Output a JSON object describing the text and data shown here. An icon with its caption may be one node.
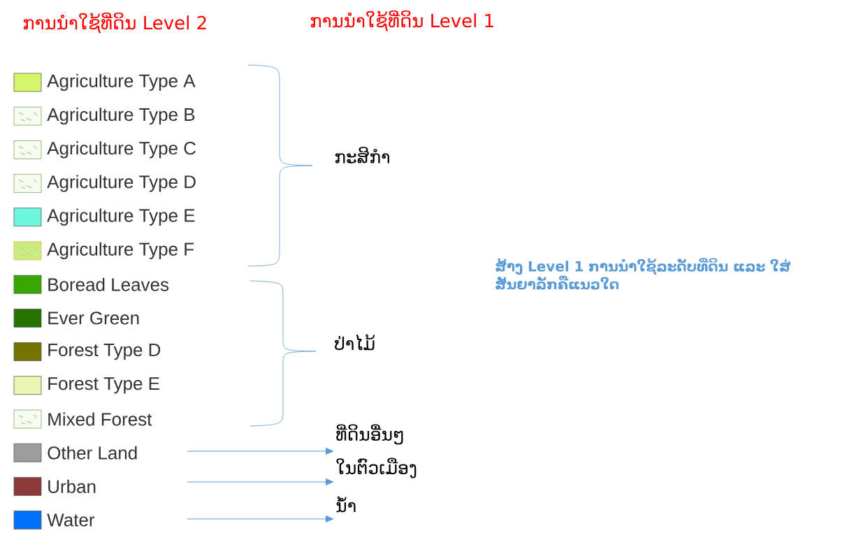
{
  "diagram": {
    "nodes": [
      {
        "text": [
          "ກະສິກຳ"
        ]
      },
      {
        "text": [
          "ປ່າໄມ້"
        ]
      },
      {
        "text": [
          "ທີ່ດິນອື່ນໆ"
        ]
      },
      {
        "text": [
          "ໃນຕົວເມືອງ"
        ]
      },
      {
        "text": [
          "ນ້ຳ"
        ]
      }
    ],
    "edges": [
      {
        "from": null,
        "to": 2,
        "arrow": "to"
      },
      {
        "from": null,
        "to": 3,
        "arrow": "to"
      },
      {
        "from": null,
        "to": 4,
        "arrow": "to"
      }
    ],
    "labels": [
      "ການນຳໃຊ້ທີ່ດິນ Level 2",
      "ການນຳໃຊ້ທີ່ດິນ Level 1",
      "ສ້າງ Level 1 ການນຳໃຊ້ລະດັບທີ່ດິນ ແລະ ໃສ່ ສັນຍາລັກຄືແນວໃດ"
    ],
    "legend": [
      {
        "text": "Agriculture Type A",
        "color": "#d4f56a"
      },
      {
        "text": "Agriculture Type B"
      },
      {
        "text": "Agriculture Type C"
      },
      {
        "text": "Agriculture Type D"
      },
      {
        "text": "Agriculture Type E",
        "color": "#6ef5e0"
      },
      {
        "text": "Agriculture Type F"
      },
      {
        "text": "Boread Leaves",
        "color": "#38a800"
      },
      {
        "text": "Ever Green",
        "color": "#267300"
      },
      {
        "text": "Forest Type D",
        "color": "#737300"
      },
      {
        "text": "Forest Type E",
        "color": "#eaf7b0"
      },
      {
        "text": "Mixed Forest"
      },
      {
        "text": "Other Land",
        "color": "#9c9c9c"
      },
      {
        "text": "Urban",
        "color": "#8c3a3a"
      },
      {
        "text": "Water",
        "color": "#0070ff"
      }
    ]
  }
}
